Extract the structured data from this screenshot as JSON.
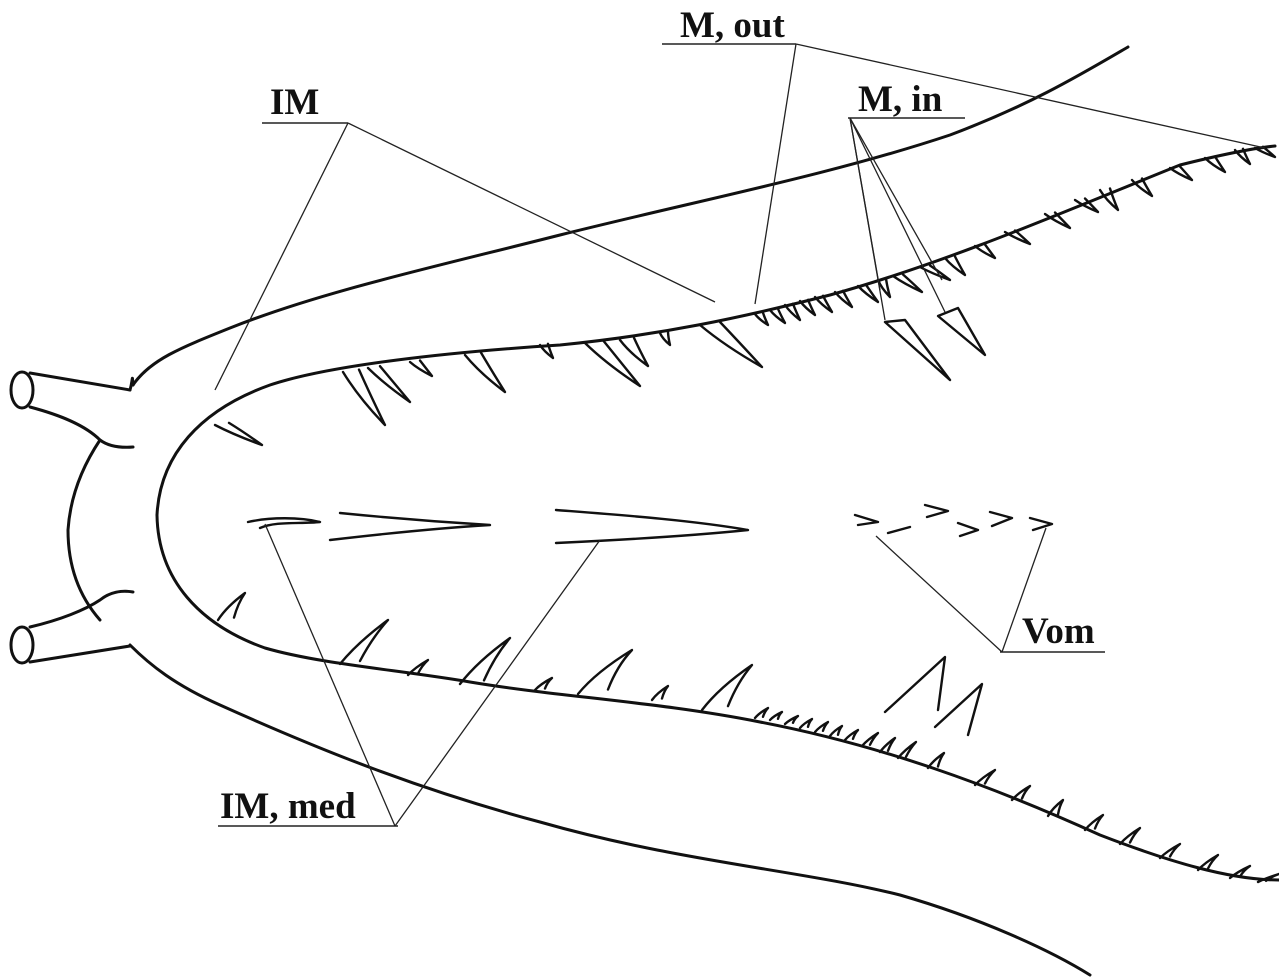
{
  "labels": {
    "im": "IM",
    "m_out": "M, out",
    "m_in": "M, in",
    "im_med": "IM, med",
    "vom": "Vom"
  },
  "colors": {
    "ink": "#111111",
    "background": "#ffffff"
  }
}
